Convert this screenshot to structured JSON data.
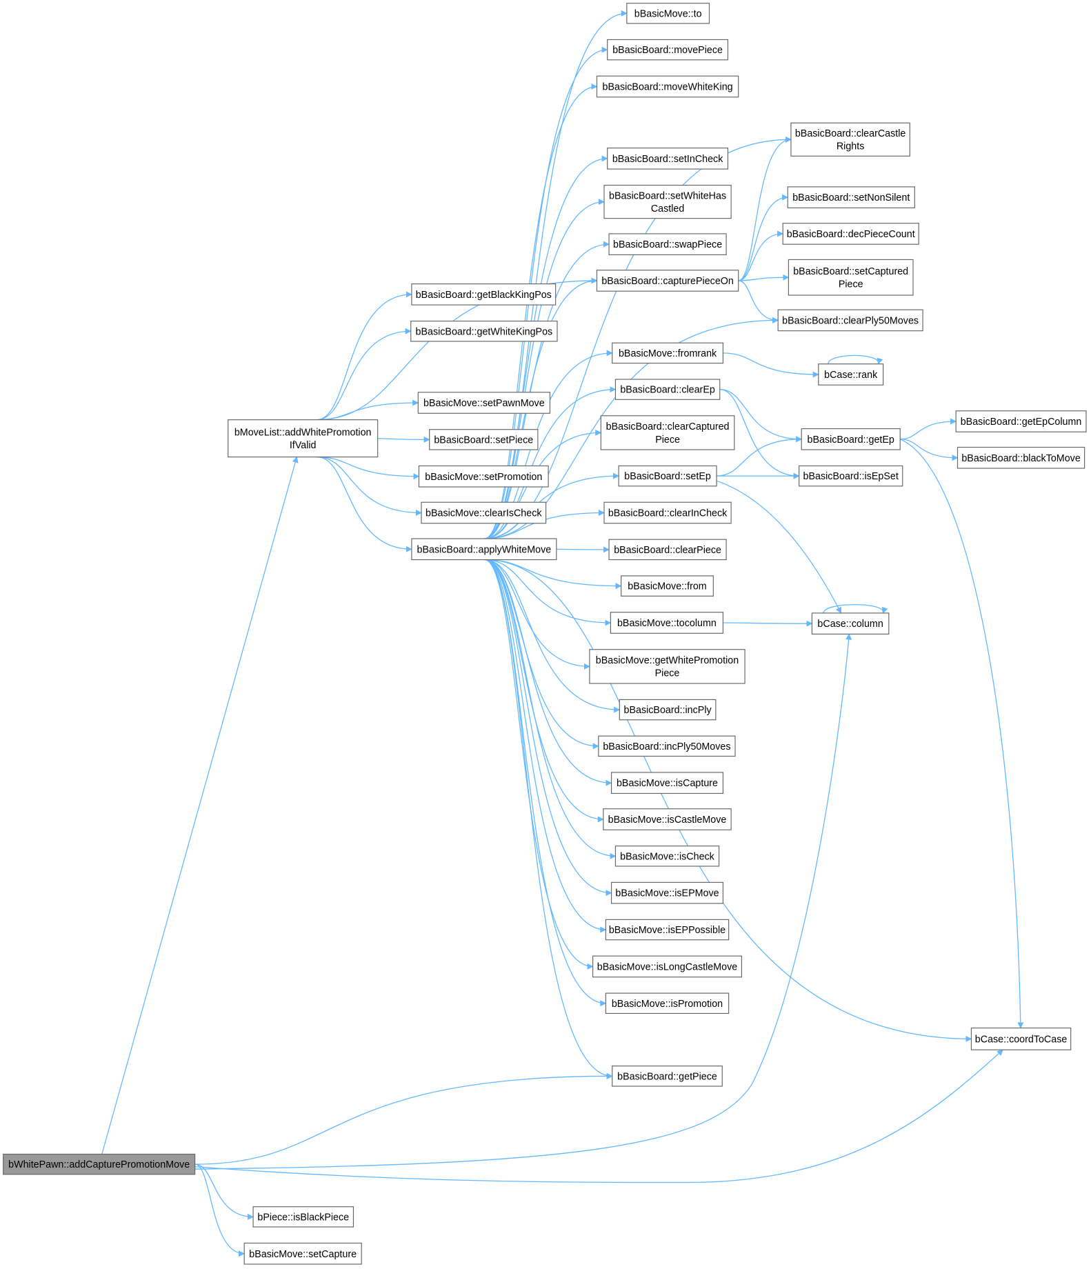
{
  "colors": {
    "edge": "#63b8ff",
    "root_fill": "#999999",
    "node_border": "#666666"
  },
  "nodes": [
    {
      "id": "root",
      "lines": [
        "bWhitePawn::addCapturePromotionMove"
      ],
      "root": true
    },
    {
      "id": "awp",
      "lines": [
        "bMoveList::addWhitePromotion",
        "IfValid"
      ]
    },
    {
      "id": "gbk",
      "lines": [
        "bBasicBoard::getBlackKingPos"
      ]
    },
    {
      "id": "gwk",
      "lines": [
        "bBasicBoard::getWhiteKingPos"
      ]
    },
    {
      "id": "spm",
      "lines": [
        "bBasicMove::setPawnMove"
      ]
    },
    {
      "id": "spc",
      "lines": [
        "bBasicBoard::setPiece"
      ]
    },
    {
      "id": "spr",
      "lines": [
        "bBasicMove::setPromotion"
      ]
    },
    {
      "id": "cic",
      "lines": [
        "bBasicMove::clearIsCheck"
      ]
    },
    {
      "id": "awm",
      "lines": [
        "bBasicBoard::applyWhiteMove"
      ]
    },
    {
      "id": "ibp",
      "lines": [
        "bPiece::isBlackPiece"
      ]
    },
    {
      "id": "scp",
      "lines": [
        "bBasicMove::setCapture"
      ]
    },
    {
      "id": "to",
      "lines": [
        "bBasicMove::to"
      ]
    },
    {
      "id": "mvp",
      "lines": [
        "bBasicBoard::movePiece"
      ]
    },
    {
      "id": "mwk",
      "lines": [
        "bBasicBoard::moveWhiteKing"
      ]
    },
    {
      "id": "sic",
      "lines": [
        "bBasicBoard::setInCheck"
      ]
    },
    {
      "id": "swc",
      "lines": [
        "bBasicBoard::setWhiteHas",
        "Castled"
      ]
    },
    {
      "id": "swp",
      "lines": [
        "bBasicBoard::swapPiece"
      ]
    },
    {
      "id": "cpo",
      "lines": [
        "bBasicBoard::capturePieceOn"
      ]
    },
    {
      "id": "frk",
      "lines": [
        "bBasicMove::fromrank"
      ]
    },
    {
      "id": "cep",
      "lines": [
        "bBasicBoard::clearEp"
      ]
    },
    {
      "id": "ccp",
      "lines": [
        "bBasicBoard::clearCaptured",
        "Piece"
      ]
    },
    {
      "id": "sep",
      "lines": [
        "bBasicBoard::setEp"
      ]
    },
    {
      "id": "cin",
      "lines": [
        "bBasicBoard::clearInCheck"
      ]
    },
    {
      "id": "cpc",
      "lines": [
        "bBasicBoard::clearPiece"
      ]
    },
    {
      "id": "frm",
      "lines": [
        "bBasicMove::from"
      ]
    },
    {
      "id": "tcl",
      "lines": [
        "bBasicMove::tocolumn"
      ]
    },
    {
      "id": "gwp",
      "lines": [
        "bBasicMove::getWhitePromotion",
        "Piece"
      ]
    },
    {
      "id": "ipl",
      "lines": [
        "bBasicBoard::incPly"
      ]
    },
    {
      "id": "ip5",
      "lines": [
        "bBasicBoard::incPly50Moves"
      ]
    },
    {
      "id": "isc",
      "lines": [
        "bBasicMove::isCapture"
      ]
    },
    {
      "id": "icm",
      "lines": [
        "bBasicMove::isCastleMove"
      ]
    },
    {
      "id": "ick",
      "lines": [
        "bBasicMove::isCheck"
      ]
    },
    {
      "id": "iem",
      "lines": [
        "bBasicMove::isEPMove"
      ]
    },
    {
      "id": "iep",
      "lines": [
        "bBasicMove::isEPPossible"
      ]
    },
    {
      "id": "ilc",
      "lines": [
        "bBasicMove::isLongCastleMove"
      ]
    },
    {
      "id": "ipr",
      "lines": [
        "bBasicMove::isPromotion"
      ]
    },
    {
      "id": "gpc",
      "lines": [
        "bBasicBoard::getPiece"
      ]
    },
    {
      "id": "ccr",
      "lines": [
        "bBasicBoard::clearCastle",
        "Rights"
      ]
    },
    {
      "id": "sns",
      "lines": [
        "bBasicBoard::setNonSilent"
      ]
    },
    {
      "id": "dpc",
      "lines": [
        "bBasicBoard::decPieceCount"
      ]
    },
    {
      "id": "scd",
      "lines": [
        "bBasicBoard::setCaptured",
        "Piece"
      ]
    },
    {
      "id": "cp5",
      "lines": [
        "bBasicBoard::clearPly50Moves"
      ]
    },
    {
      "id": "rnk",
      "lines": [
        "bCase::rank"
      ]
    },
    {
      "id": "gep",
      "lines": [
        "bBasicBoard::getEp"
      ]
    },
    {
      "id": "ies",
      "lines": [
        "bBasicBoard::isEpSet"
      ]
    },
    {
      "id": "col",
      "lines": [
        "bCase::column"
      ]
    },
    {
      "id": "c2c",
      "lines": [
        "bCase::coordToCase"
      ]
    },
    {
      "id": "gec",
      "lines": [
        "bBasicBoard::getEpColumn"
      ]
    },
    {
      "id": "btm",
      "lines": [
        "bBasicBoard::blackToMove"
      ]
    }
  ],
  "edges": [
    [
      "root",
      "awp"
    ],
    [
      "root",
      "gpc"
    ],
    [
      "root",
      "col"
    ],
    [
      "root",
      "c2c"
    ],
    [
      "root",
      "ibp"
    ],
    [
      "root",
      "scp"
    ],
    [
      "awp",
      "gbk"
    ],
    [
      "awp",
      "gwk"
    ],
    [
      "awp",
      "spm"
    ],
    [
      "awp",
      "spc"
    ],
    [
      "awp",
      "spr"
    ],
    [
      "awp",
      "cic"
    ],
    [
      "awp",
      "awm"
    ],
    [
      "awp",
      "cpo"
    ],
    [
      "awm",
      "to"
    ],
    [
      "awm",
      "mvp"
    ],
    [
      "awm",
      "mwk"
    ],
    [
      "awm",
      "ccr"
    ],
    [
      "awm",
      "sic"
    ],
    [
      "awm",
      "swc"
    ],
    [
      "awm",
      "swp"
    ],
    [
      "awm",
      "cpo"
    ],
    [
      "awm",
      "cp5"
    ],
    [
      "awm",
      "frk"
    ],
    [
      "awm",
      "cep"
    ],
    [
      "awm",
      "ccp"
    ],
    [
      "awm",
      "sep"
    ],
    [
      "awm",
      "cin"
    ],
    [
      "awm",
      "cpc"
    ],
    [
      "awm",
      "frm"
    ],
    [
      "awm",
      "tcl"
    ],
    [
      "awm",
      "gwp"
    ],
    [
      "awm",
      "ipl"
    ],
    [
      "awm",
      "ip5"
    ],
    [
      "awm",
      "isc"
    ],
    [
      "awm",
      "icm"
    ],
    [
      "awm",
      "ick"
    ],
    [
      "awm",
      "iem"
    ],
    [
      "awm",
      "iep"
    ],
    [
      "awm",
      "ilc"
    ],
    [
      "awm",
      "ipr"
    ],
    [
      "awm",
      "gpc"
    ],
    [
      "awm",
      "c2c"
    ],
    [
      "cpo",
      "ccr"
    ],
    [
      "cpo",
      "sns"
    ],
    [
      "cpo",
      "dpc"
    ],
    [
      "cpo",
      "scd"
    ],
    [
      "cpo",
      "cp5"
    ],
    [
      "frk",
      "rnk"
    ],
    [
      "rnk",
      "rnk"
    ],
    [
      "cep",
      "gep"
    ],
    [
      "cep",
      "ies"
    ],
    [
      "sep",
      "gep"
    ],
    [
      "sep",
      "ies"
    ],
    [
      "sep",
      "col"
    ],
    [
      "tcl",
      "col"
    ],
    [
      "col",
      "col"
    ],
    [
      "gep",
      "gec"
    ],
    [
      "gep",
      "btm"
    ],
    [
      "gep",
      "c2c"
    ]
  ]
}
